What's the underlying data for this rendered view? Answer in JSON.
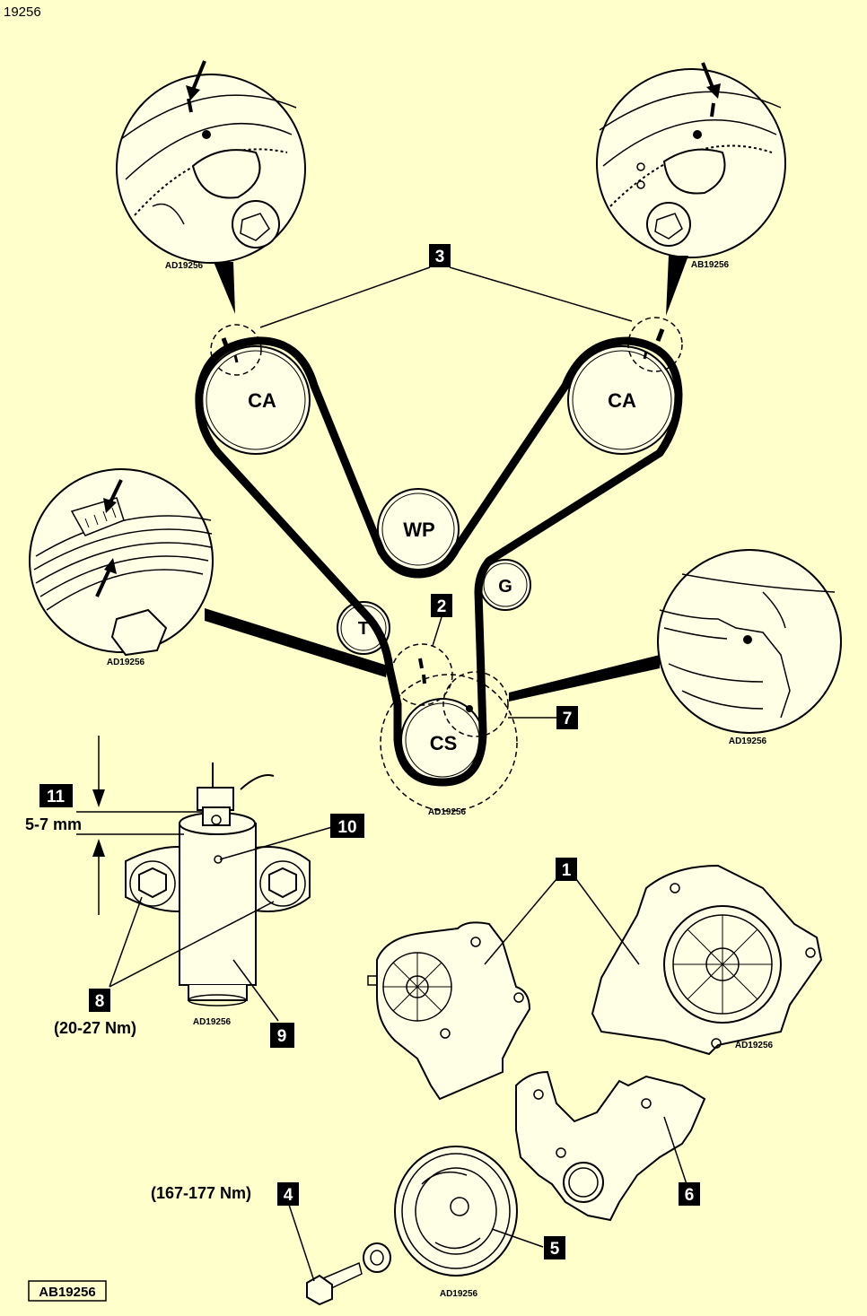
{
  "figure_id": "19256",
  "footer_code": "AB19256",
  "pulleys": {
    "ca_left": "CA",
    "ca_right": "CA",
    "water_pump": "WP",
    "guide": "G",
    "tensioner": "T",
    "crankshaft": "CS"
  },
  "callouts": {
    "c1": "1",
    "c2": "2",
    "c3": "3",
    "c4": "4",
    "c5": "5",
    "c6": "6",
    "c7": "7",
    "c8": "8",
    "c9": "9",
    "c10": "10",
    "c11": "11"
  },
  "dimension": "5-7 mm",
  "torques": {
    "tensioner_bolts": "(20-27 Nm)",
    "crank_bolt": "(167-177 Nm)"
  },
  "detail_refs": {
    "cam_left": "AD19256",
    "cam_right": "AB19256",
    "damper_detail": "AD19256",
    "crank_detail": "AD19256",
    "main": "AD19256",
    "tensioner": "AD19256",
    "covers": "AD19256",
    "damper": "AD19256"
  },
  "colors": {
    "background": "#FFFFCC",
    "pulley_fill": "#FFFFE6",
    "callout_box": "#000000",
    "ink": "#000000"
  }
}
